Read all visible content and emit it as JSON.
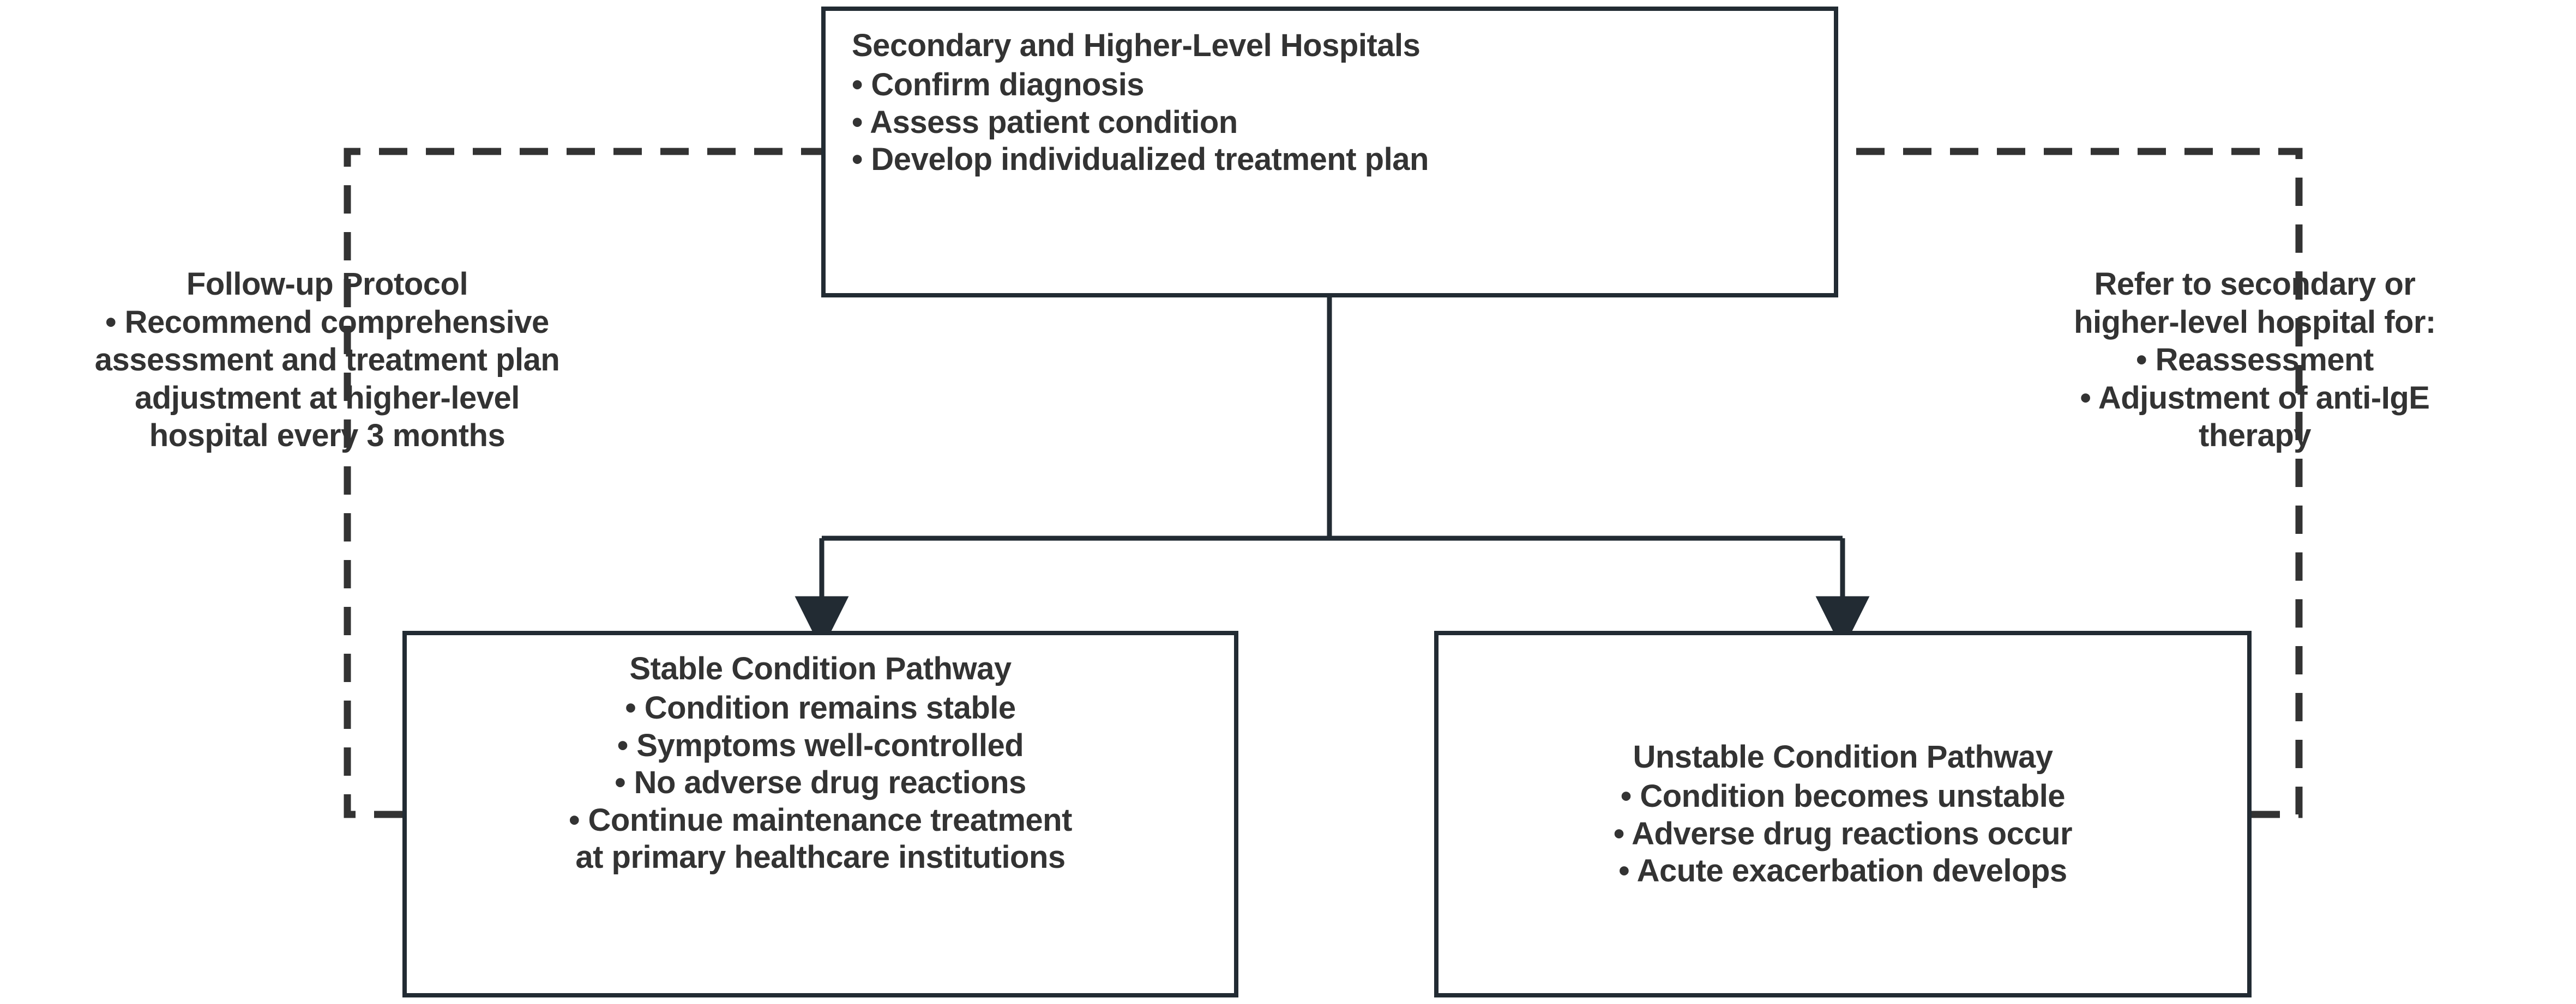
{
  "diagram": {
    "title": "Asthma care pathway between primary and higher-level hospitals",
    "colors": {
      "box_border": "#222b33",
      "text": "#333333",
      "connector": "#222b33",
      "dashed_connector": "#333333",
      "background": "#ffffff"
    },
    "nodes": [
      {
        "id": "secondary-hospitals",
        "title": "Secondary and Higher-Level Hospitals",
        "bullets": [
          "• Confirm diagnosis",
          "• Assess patient condition",
          "• Develop individualized treatment plan"
        ]
      },
      {
        "id": "stable-pathway",
        "title": "Stable Condition Pathway",
        "bullets": [
          "• Condition remains stable",
          "• Symptoms well-controlled",
          "• No adverse drug reactions",
          "• Continue maintenance treatment",
          "at primary healthcare institutions"
        ]
      },
      {
        "id": "unstable-pathway",
        "title": "Unstable Condition Pathway",
        "bullets": [
          "• Condition becomes unstable",
          "• Adverse drug reactions occur",
          "• Acute exacerbation develops"
        ]
      }
    ],
    "notes": [
      {
        "id": "follow-up-protocol",
        "title": "Follow-up Protocol",
        "lines": [
          "• Recommend comprehensive",
          "assessment and treatment plan",
          "adjustment at higher-level",
          "hospital every 3 months"
        ]
      },
      {
        "id": "refer-upward",
        "title": "Refer to secondary or",
        "lines": [
          "higher-level hospital for:",
          "• Reassessment",
          "• Adjustment of anti-IgE",
          "therapy"
        ]
      }
    ],
    "edges": [
      {
        "id": "top-to-stable",
        "style": "solid",
        "arrow": true,
        "from": "secondary-hospitals",
        "to": "stable-pathway"
      },
      {
        "id": "top-to-unstable",
        "style": "solid",
        "arrow": true,
        "from": "secondary-hospitals",
        "to": "unstable-pathway"
      },
      {
        "id": "stable-to-top-followup",
        "style": "dashed",
        "arrow": false,
        "from": "stable-pathway",
        "to": "secondary-hospitals"
      },
      {
        "id": "unstable-to-top-refer",
        "style": "dashed",
        "arrow": false,
        "from": "unstable-pathway",
        "to": "secondary-hospitals"
      }
    ]
  }
}
